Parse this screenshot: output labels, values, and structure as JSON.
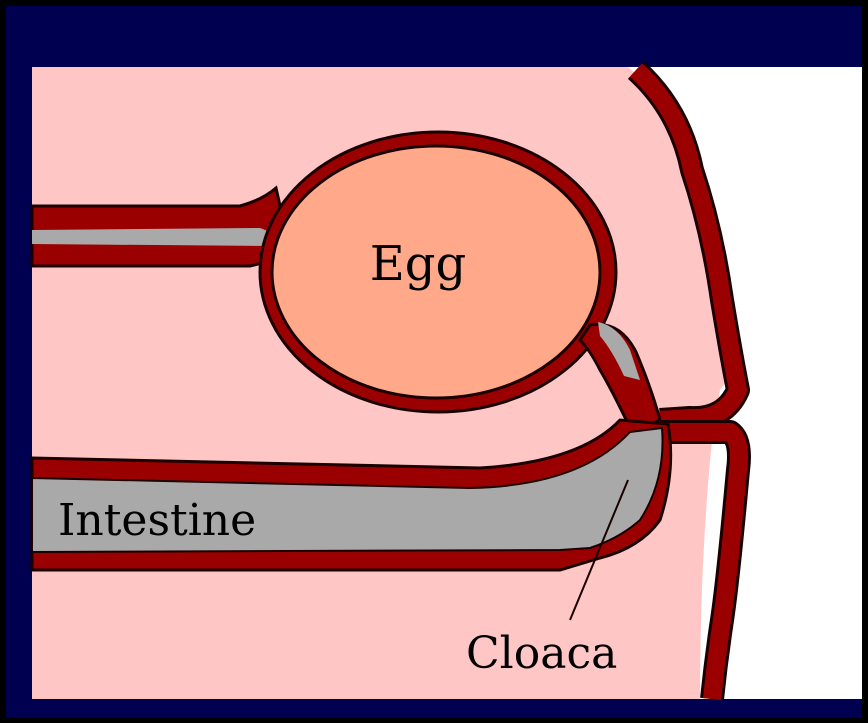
{
  "labels": {
    "egg": "Egg",
    "intestine": "Intestine",
    "cloaca": "Cloaca"
  },
  "colors": {
    "outer_frame": "#000000",
    "navy_border": "#000050",
    "background_white": "#ffffff",
    "tissue_pink": "#ffc6c6",
    "wall_red": "#9b0000",
    "wall_outline": "#1a0000",
    "egg_fill": "#ffa98a",
    "lumen_gray": "#a9a9a9"
  }
}
